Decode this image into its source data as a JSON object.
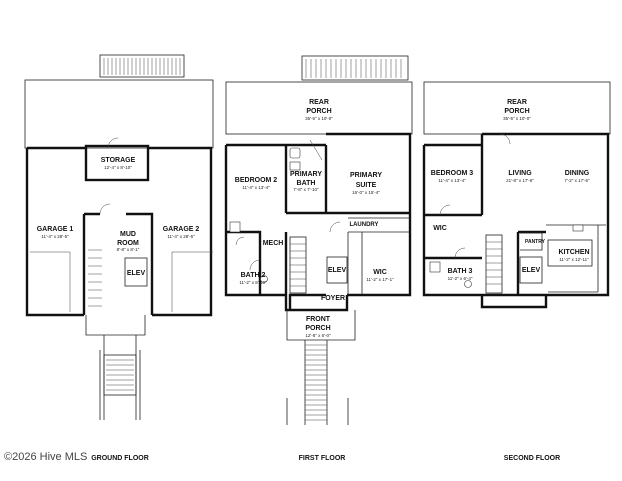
{
  "floors": {
    "ground": {
      "label": "GROUND FLOOR",
      "rooms": {
        "storage": {
          "name": "STORAGE",
          "dim": "12'-4\" x 8'-10\""
        },
        "garage1": {
          "name": "GARAGE 1",
          "dim": "11'-4\" x 28'-5\""
        },
        "mudroom_a": {
          "name": "MUD"
        },
        "mudroom_b": {
          "name": "ROOM",
          "dim": "8'-8\" x 8'-1\""
        },
        "garage2": {
          "name": "GARAGE 2",
          "dim": "11'-4\" x 28'-5\""
        },
        "elev": {
          "name": "ELEV"
        }
      }
    },
    "first": {
      "label": "FIRST FLOOR",
      "rooms": {
        "rear_porch_a": {
          "name": "REAR"
        },
        "rear_porch_b": {
          "name": "PORCH",
          "dim": "35'-5\" x 10'-0\""
        },
        "bedroom2": {
          "name": "BEDROOM 2",
          "dim": "11'-4\" x 13'-4\""
        },
        "primary_bath_a": {
          "name": "PRIMARY"
        },
        "primary_bath_b": {
          "name": "BATH",
          "dim": "7'-8\" x 7'-10\""
        },
        "primary_suite_a": {
          "name": "PRIMARY"
        },
        "primary_suite_b": {
          "name": "SUITE",
          "dim": "16'-0\" x 15'-4\""
        },
        "laundry": {
          "name": "LAUNDRY"
        },
        "mech": {
          "name": "MECH"
        },
        "bath2": {
          "name": "BATH 2",
          "dim": "11'-2\" x 8'-10\""
        },
        "elev": {
          "name": "ELEV"
        },
        "wic": {
          "name": "WIC",
          "dim": "11'-2\" x 17'-1\""
        },
        "foyer": {
          "name": "FOYER"
        },
        "front_porch_a": {
          "name": "FRONT"
        },
        "front_porch_b": {
          "name": "PORCH",
          "dim": "12'-8\" x 6'-0\""
        }
      }
    },
    "second": {
      "label": "SECOND FLOOR",
      "rooms": {
        "rear_porch_a": {
          "name": "REAR"
        },
        "rear_porch_b": {
          "name": "PORCH",
          "dim": "35'-5\" x 10'-0\""
        },
        "bedroom3": {
          "name": "BEDROOM 3",
          "dim": "11'-4\" x 13'-4\""
        },
        "living": {
          "name": "LIVING",
          "dim": "21'-8\" x 17'-6\""
        },
        "dining": {
          "name": "DINING",
          "dim": "7'-2\" x 17'-6\""
        },
        "wic": {
          "name": "WIC"
        },
        "pantry": {
          "name": "PANTRY"
        },
        "kitchen": {
          "name": "KITCHEN",
          "dim": "11'-2\" x 12'-11\""
        },
        "bath3": {
          "name": "BATH 3",
          "dim": "11'-2\" x 6'-4\""
        },
        "elev": {
          "name": "ELEV"
        }
      }
    }
  },
  "watermark": "©2026 Hive MLS"
}
